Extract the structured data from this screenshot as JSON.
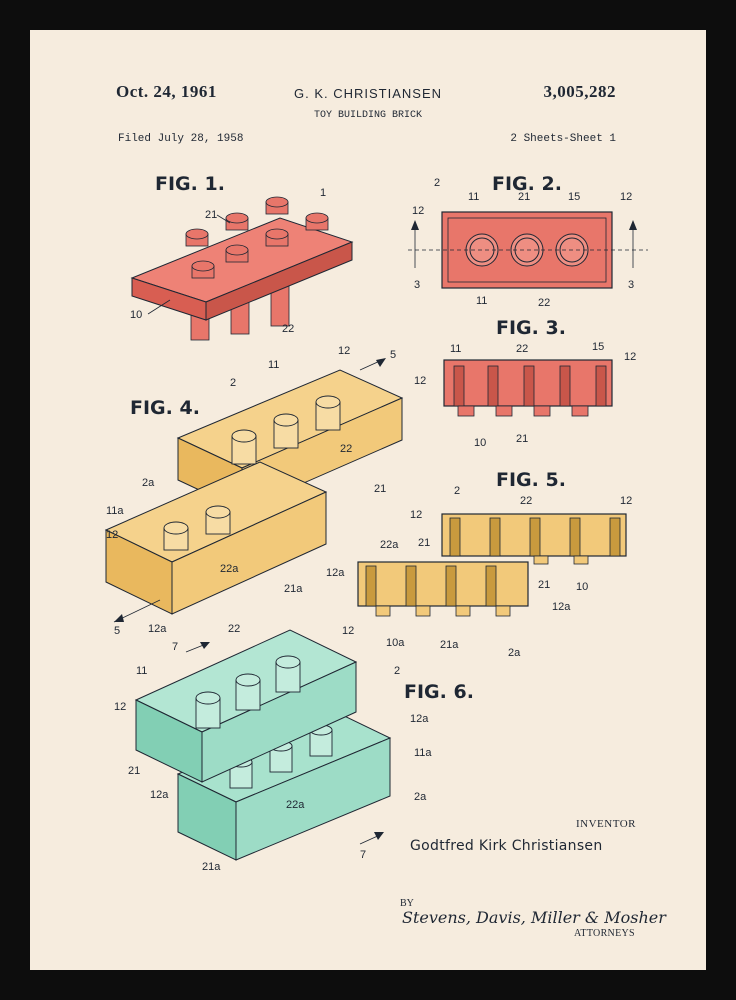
{
  "header": {
    "date": "Oct. 24, 1961",
    "inventor_short": "G. K. CHRISTIANSEN",
    "patent_number": "3,005,282",
    "title": "TOY BUILDING BRICK",
    "filed": "Filed July 28, 1958",
    "sheets": "2 Sheets-Sheet 1"
  },
  "figures": {
    "fig1": "FIG. 1.",
    "fig2": "FIG. 2.",
    "fig3": "FIG. 3.",
    "fig4": "FIG. 4.",
    "fig5": "FIG. 5.",
    "fig6": "FIG. 6."
  },
  "reference_numerals": [
    "1",
    "2",
    "3",
    "5",
    "7",
    "10",
    "10a",
    "11",
    "11a",
    "12",
    "12a",
    "15",
    "21",
    "21a",
    "22",
    "22a",
    "2a"
  ],
  "colors": {
    "frame": "#0d0d0d",
    "paper": "#f6ecde",
    "ink": "#1f2733",
    "red_brick": "#e8766a",
    "yellow_brick": "#f2c97a",
    "teal_brick": "#9ddcc6"
  },
  "footer": {
    "inventor_label": "INVENTOR",
    "inventor_name": "Godtfred Kirk Christiansen",
    "by": "BY",
    "signature": "Stevens, Davis, Miller & Mosher",
    "attorneys": "ATTORNEYS"
  }
}
